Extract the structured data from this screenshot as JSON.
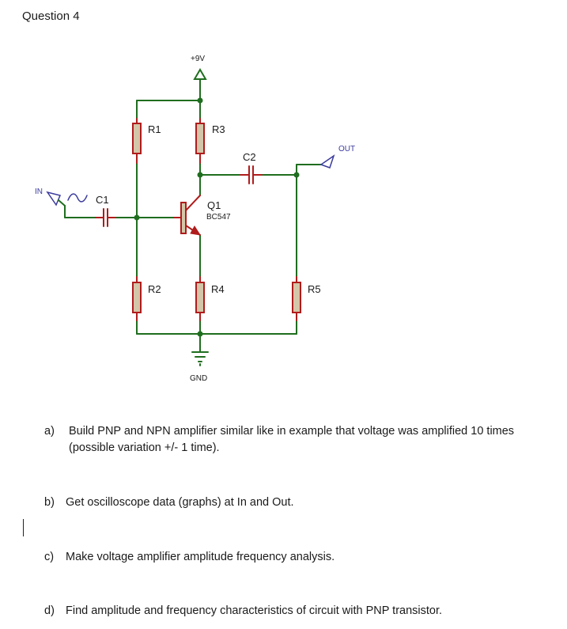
{
  "title": "Question 4",
  "circuit": {
    "supply_label": "+9V",
    "ground_label": "GND",
    "input_label": "IN",
    "output_label": "OUT",
    "components": {
      "R1": "R1",
      "R2": "R2",
      "R3": "R3",
      "R4": "R4",
      "R5": "R5",
      "C1": "C1",
      "C2": "C2",
      "Q1": "Q1",
      "Q1_model": "BC547"
    },
    "colors": {
      "wire": "#1f6e1f",
      "lead": "#b01c1c",
      "resistor_body": "#d4c6a8",
      "probe": "#3b3b9e"
    }
  },
  "questions": [
    {
      "label": "a)",
      "line1": "Build PNP and NPN  amplifier similar like in example that voltage was  amplified  10 times",
      "line2": "(possible variation  +/- 1 time)."
    },
    {
      "label": "b)",
      "text": "Get oscilloscope data (graphs) at  In and Out."
    },
    {
      "label": "c)",
      "text": "Make voltage amplifier amplitude frequency analysis."
    },
    {
      "label": "d)",
      "text": "Find amplitude and frequency characteristics of circuit with PNP transistor."
    }
  ]
}
